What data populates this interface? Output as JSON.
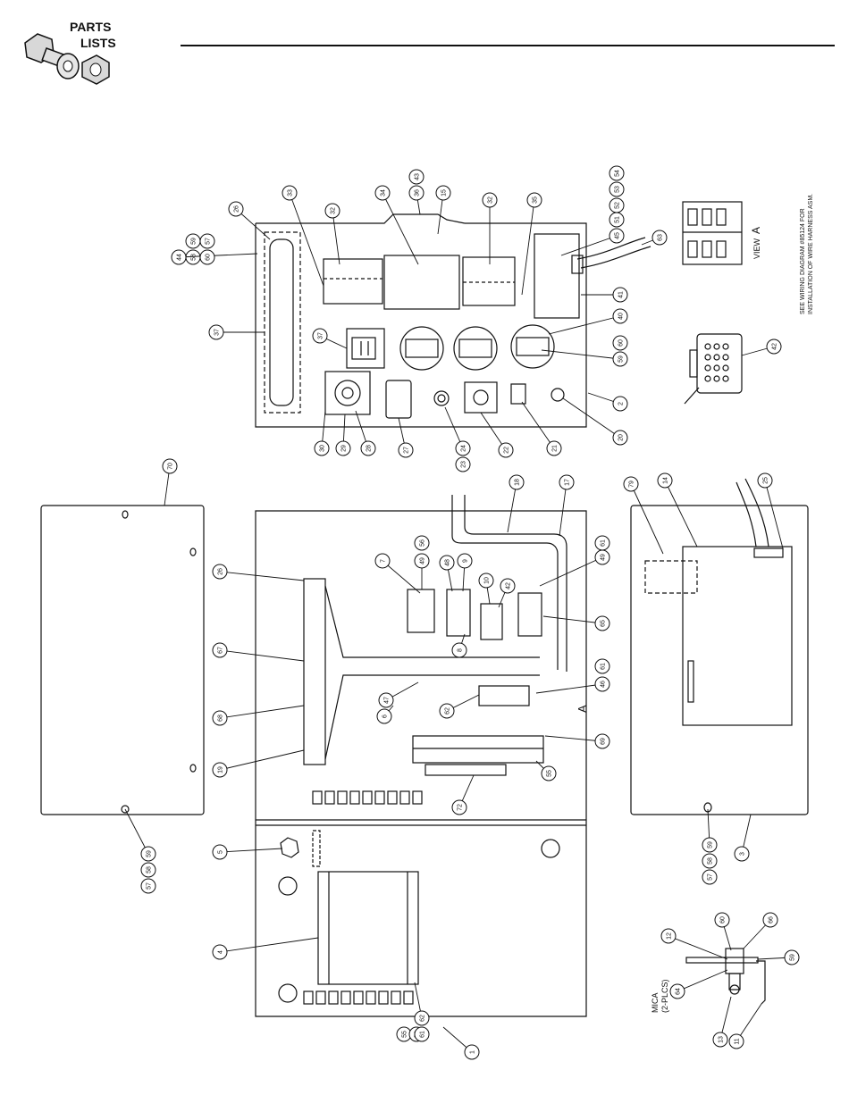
{
  "header": {
    "logo_line1": "PARTS",
    "logo_line2": "LISTS"
  },
  "notes": {
    "wiring_line1": "SEE WIRING DIAGRAM #85124 FOR",
    "wiring_line2": "INSTALLATION OF WIRE HARNESS ASM.",
    "view_label": "VIEW",
    "view_letter": "A",
    "section_letter": "A",
    "mica_line1": "MICA",
    "mica_line2": "(2-PLCS)"
  },
  "balloons": [
    {
      "label": "26"
    },
    {
      "label": "33"
    },
    {
      "label": "32"
    },
    {
      "label": "34"
    },
    {
      "label": "36"
    },
    {
      "label": "43"
    },
    {
      "label": "15"
    },
    {
      "label": "32"
    },
    {
      "label": "35"
    },
    {
      "label": "45"
    },
    {
      "label": "51"
    },
    {
      "label": "52"
    },
    {
      "label": "53"
    },
    {
      "label": "54"
    },
    {
      "label": "63"
    },
    {
      "label": "58"
    },
    {
      "label": "57"
    },
    {
      "label": "44"
    },
    {
      "label": "59"
    },
    {
      "label": "60"
    },
    {
      "label": "41"
    },
    {
      "label": "37"
    },
    {
      "label": "37"
    },
    {
      "label": "40"
    },
    {
      "label": "60"
    },
    {
      "label": "59"
    },
    {
      "label": "2"
    },
    {
      "label": "20"
    },
    {
      "label": "30"
    },
    {
      "label": "29"
    },
    {
      "label": "28"
    },
    {
      "label": "27"
    },
    {
      "label": "24"
    },
    {
      "label": "23"
    },
    {
      "label": "22"
    },
    {
      "label": "21"
    },
    {
      "label": "42"
    },
    {
      "label": "70"
    },
    {
      "label": "18"
    },
    {
      "label": "17"
    },
    {
      "label": "79"
    },
    {
      "label": "14"
    },
    {
      "label": "25"
    },
    {
      "label": "26"
    },
    {
      "label": "7"
    },
    {
      "label": "56"
    },
    {
      "label": "49"
    },
    {
      "label": "48"
    },
    {
      "label": "9"
    },
    {
      "label": "10"
    },
    {
      "label": "42"
    },
    {
      "label": "61"
    },
    {
      "label": "49"
    },
    {
      "label": "67"
    },
    {
      "label": "68"
    },
    {
      "label": "19"
    },
    {
      "label": "8"
    },
    {
      "label": "47"
    },
    {
      "label": "6"
    },
    {
      "label": "62"
    },
    {
      "label": "61"
    },
    {
      "label": "46"
    },
    {
      "label": "69"
    },
    {
      "label": "55"
    },
    {
      "label": "72"
    },
    {
      "label": "65"
    },
    {
      "label": "5"
    },
    {
      "label": "59"
    },
    {
      "label": "58"
    },
    {
      "label": "57"
    },
    {
      "label": "4"
    },
    {
      "label": "55"
    },
    {
      "label": "56"
    },
    {
      "label": "62"
    },
    {
      "label": "61"
    },
    {
      "label": "1"
    },
    {
      "label": "59"
    },
    {
      "label": "58"
    },
    {
      "label": "57"
    },
    {
      "label": "3"
    },
    {
      "label": "60"
    },
    {
      "label": "66"
    },
    {
      "label": "12"
    },
    {
      "label": "59"
    },
    {
      "label": "64"
    },
    {
      "label": "13"
    },
    {
      "label": "11"
    }
  ]
}
